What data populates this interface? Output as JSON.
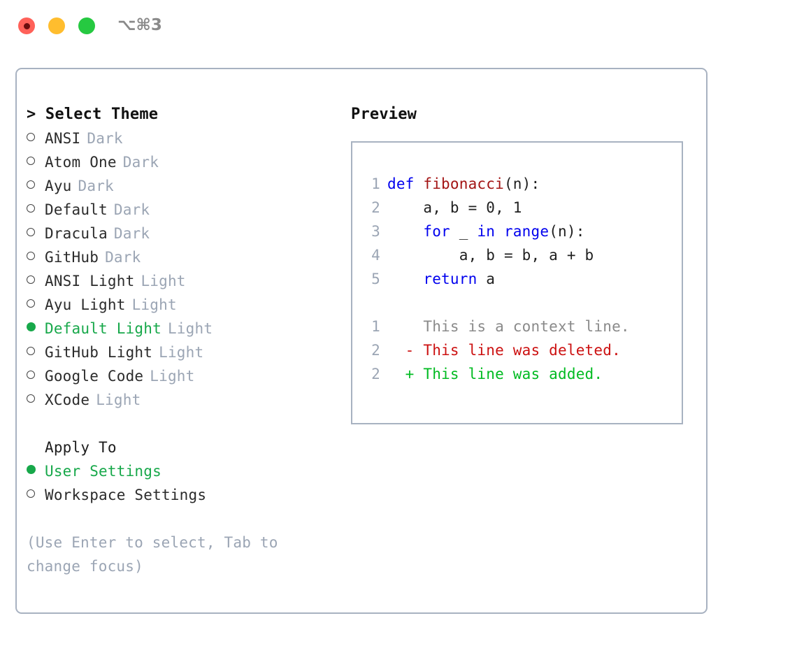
{
  "titlebar": {
    "shortcut": "⌥⌘3",
    "lights": [
      "close-button",
      "minimize-button",
      "zoom-button"
    ]
  },
  "theme_list": {
    "title": "> Select Theme",
    "items": [
      {
        "label": "ANSI",
        "tag": "Dark",
        "selected": false
      },
      {
        "label": "Atom One",
        "tag": "Dark",
        "selected": false
      },
      {
        "label": "Ayu",
        "tag": "Dark",
        "selected": false
      },
      {
        "label": "Default",
        "tag": "Dark",
        "selected": false
      },
      {
        "label": "Dracula",
        "tag": "Dark",
        "selected": false
      },
      {
        "label": "GitHub",
        "tag": "Dark",
        "selected": false
      },
      {
        "label": "ANSI Light",
        "tag": "Light",
        "selected": false
      },
      {
        "label": "Ayu Light",
        "tag": "Light",
        "selected": false
      },
      {
        "label": "Default Light",
        "tag": "Light",
        "selected": true
      },
      {
        "label": "GitHub Light",
        "tag": "Light",
        "selected": false
      },
      {
        "label": "Google Code",
        "tag": "Light",
        "selected": false
      },
      {
        "label": "XCode",
        "tag": "Light",
        "selected": false
      }
    ]
  },
  "apply_to": {
    "title": "Apply To",
    "items": [
      {
        "label": "User Settings",
        "selected": true
      },
      {
        "label": "Workspace Settings",
        "selected": false
      }
    ]
  },
  "hint": "(Use Enter to select, Tab to change focus)",
  "preview": {
    "title": "Preview",
    "code_lines": [
      {
        "no": "1",
        "indent": "",
        "parts": [
          {
            "t": "def ",
            "c": "kw"
          },
          {
            "t": "fibonacci",
            "c": "fn"
          },
          {
            "t": "(n):",
            "c": "pl"
          }
        ]
      },
      {
        "no": "2",
        "indent": "    ",
        "parts": [
          {
            "t": "a, b = 0, 1",
            "c": "pl"
          }
        ]
      },
      {
        "no": "3",
        "indent": "    ",
        "parts": [
          {
            "t": "for",
            "c": "kw"
          },
          {
            "t": " _ ",
            "c": "pl"
          },
          {
            "t": "in",
            "c": "kw"
          },
          {
            "t": " ",
            "c": "pl"
          },
          {
            "t": "range",
            "c": "kw"
          },
          {
            "t": "(n):",
            "c": "pl"
          }
        ]
      },
      {
        "no": "4",
        "indent": "        ",
        "parts": [
          {
            "t": "a, b = b, a + b",
            "c": "pl"
          }
        ]
      },
      {
        "no": "5",
        "indent": "    ",
        "parts": [
          {
            "t": "return",
            "c": "kw"
          },
          {
            "t": " a",
            "c": "pl"
          }
        ]
      }
    ],
    "diff_lines": [
      {
        "no": "1",
        "sign": "  ",
        "text": "This is a context line.",
        "kind": "context"
      },
      {
        "no": "2",
        "sign": "- ",
        "text": "This line was deleted.",
        "kind": "deleted"
      },
      {
        "no": "2",
        "sign": "+ ",
        "text": "This line was added.",
        "kind": "added"
      }
    ]
  },
  "colors": {
    "accent_green": "#17a84a",
    "tag_gray": "#9ba5b4",
    "border": "#a8b2c1",
    "keyword_blue": "#0000ee",
    "function_red": "#a31515",
    "diff_deleted": "#cc1111",
    "diff_added": "#00bb22",
    "light_red": "#ff6159",
    "light_yellow": "#ffbd2e",
    "light_green": "#26c941"
  }
}
